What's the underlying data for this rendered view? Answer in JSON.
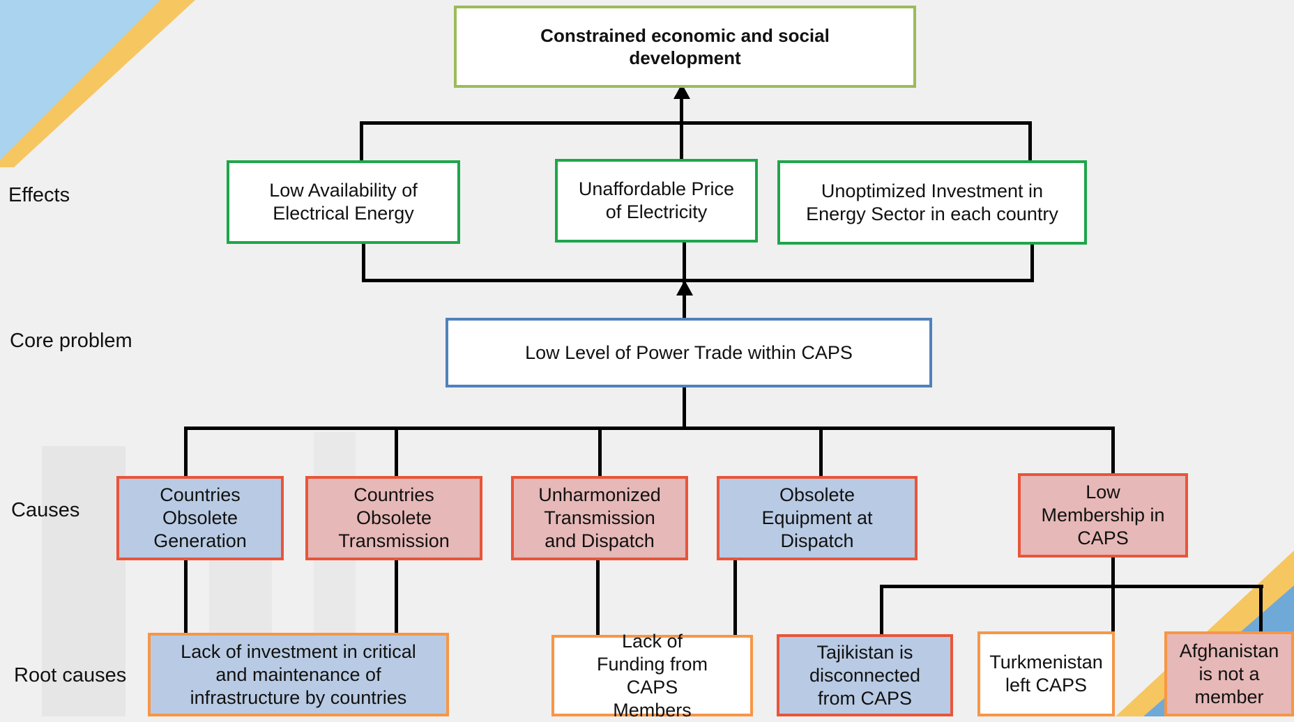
{
  "row_labels": {
    "effects": "Effects",
    "core": "Core problem",
    "causes": "Causes",
    "root": "Root causes"
  },
  "top_effect": "Constrained economic and social development",
  "effects": [
    "Low Availability of Electrical Energy",
    "Unaffordable Price of Electricity",
    "Unoptimized Investment in Energy Sector in each country"
  ],
  "core_problem": "Low Level of Power Trade within CAPS",
  "causes": [
    "Countries Obsolete Generation",
    "Countries Obsolete Transmission",
    "Unharmonized Transmission and Dispatch",
    "Obsolete Equipment at Dispatch",
    "Low Membership in CAPS"
  ],
  "root_causes": [
    "Lack of investment in critical and maintenance of infrastructure by countries",
    "Lack of Funding from CAPS Members",
    "Tajikistan is disconnected from CAPS",
    "Turkmenistan left CAPS",
    "Afghanistan is not a member"
  ],
  "colors": {
    "effect_border": "#1ea64a",
    "top_border": "#9bbb59",
    "core_border": "#4f81bd",
    "cause_border": "#e8553a",
    "root_border": "#f79646",
    "fill_blue": "#b9cbe4",
    "fill_pink": "#e6b8b7"
  }
}
